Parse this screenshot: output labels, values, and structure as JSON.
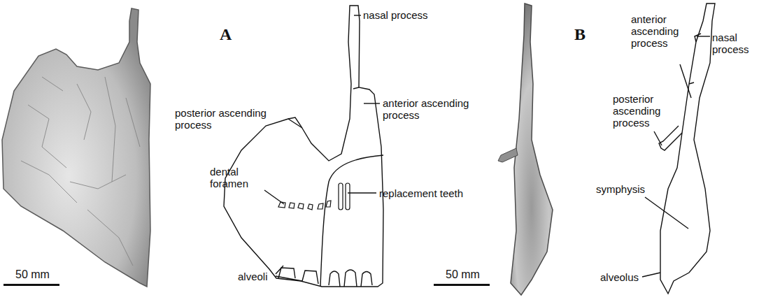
{
  "diagram": {
    "labels": [
      "A",
      "B",
      "50 mm",
      "50 mm",
      "nasal process",
      "posterior ascending process",
      "anterior ascending process",
      "dental foramen",
      "replacement teeth",
      "alveoli",
      "nasal process",
      "anterior ascending process",
      "posterior ascending process",
      "symphysis",
      "alveolus"
    ]
  }
}
